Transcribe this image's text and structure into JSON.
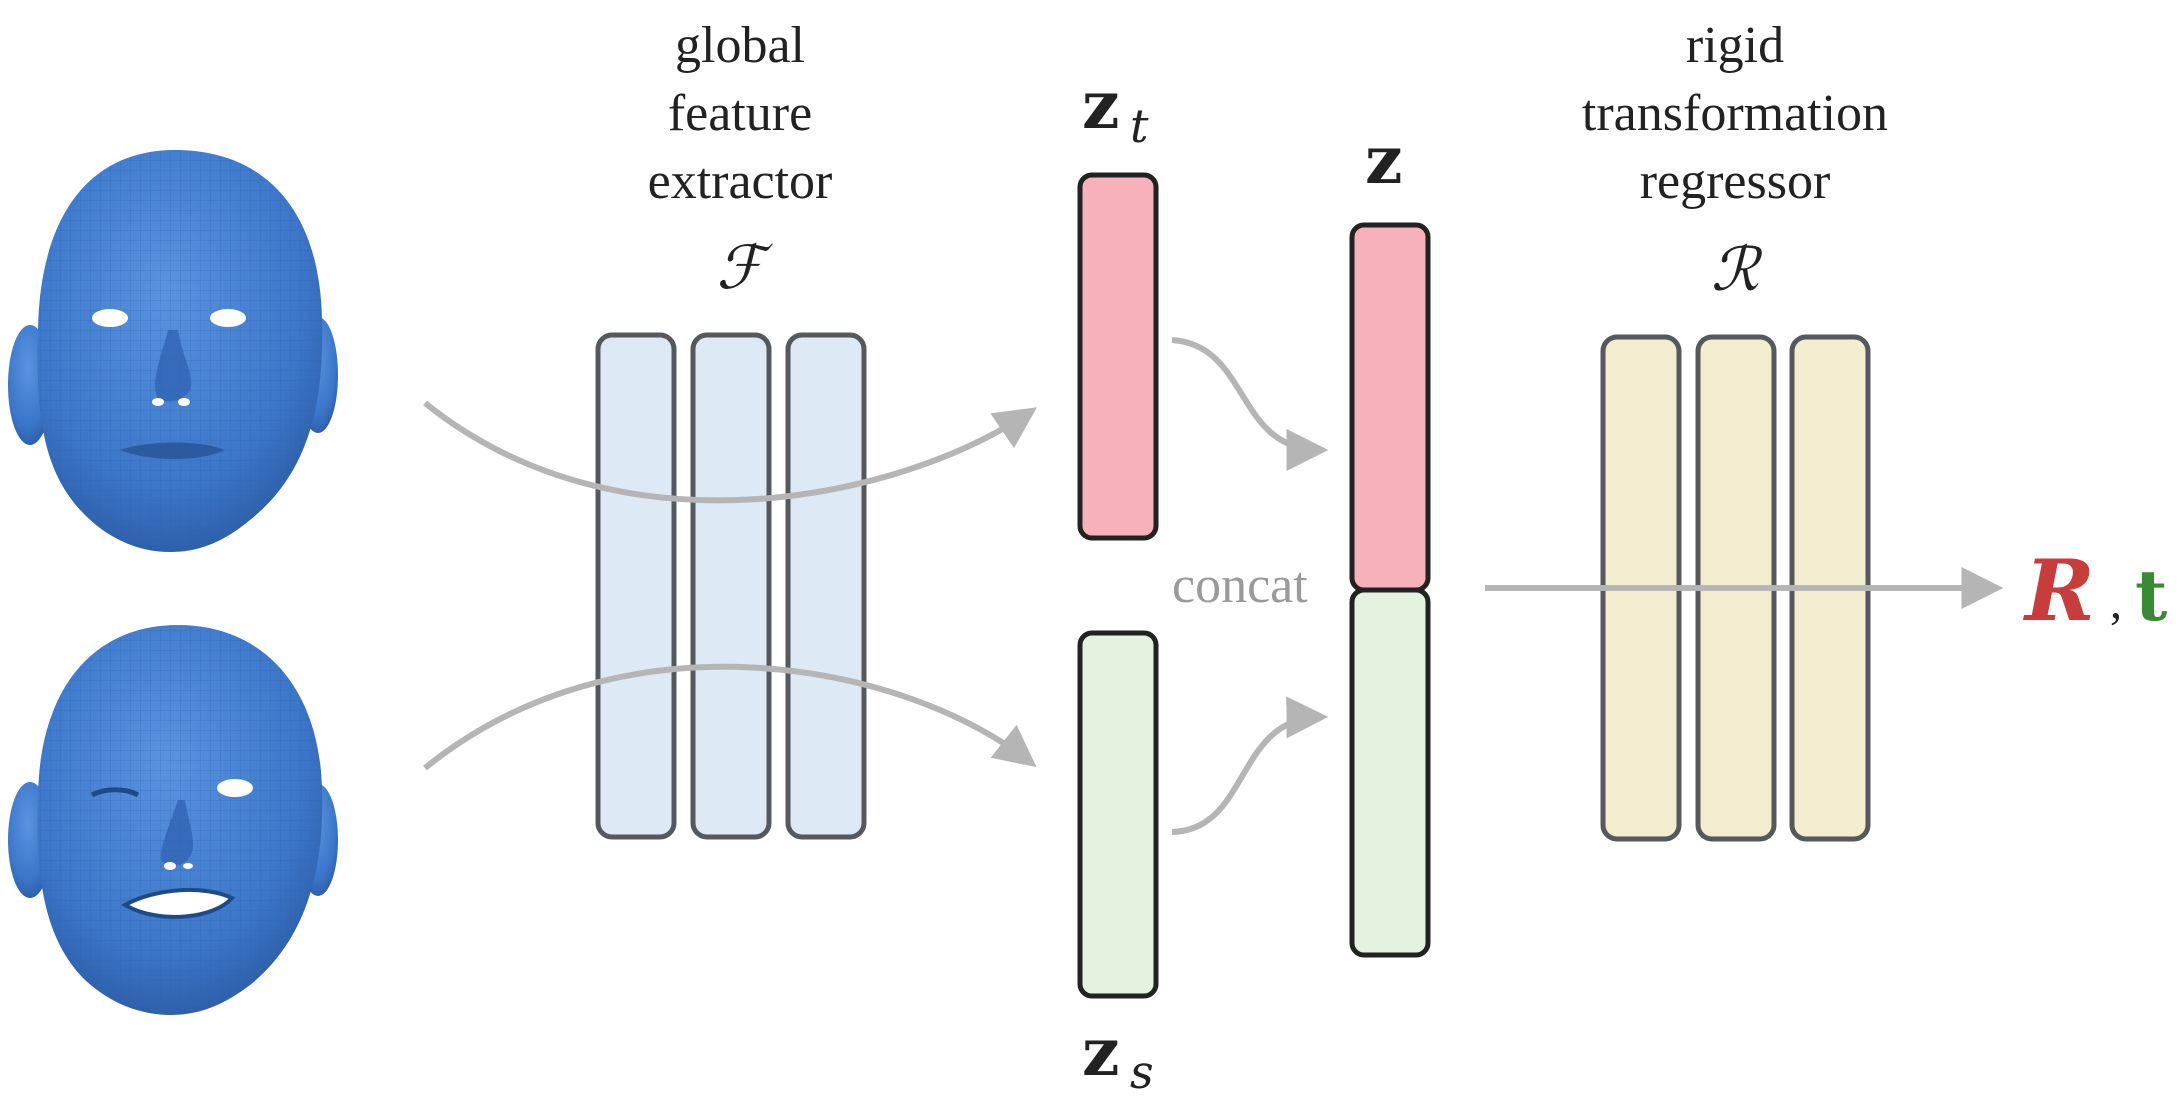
{
  "labels": {
    "feature_extractor": [
      "global",
      "feature",
      "extractor"
    ],
    "feature_symbol": "ℱ",
    "regressor": [
      "rigid",
      "transformation",
      "regressor"
    ],
    "regressor_symbol": "ℛ",
    "zt_base": "z",
    "zt_sub": "t",
    "z": "z",
    "zs_base": "z",
    "zs_sub": "s",
    "concat": "concat",
    "output_R": "R",
    "output_comma": ",",
    "output_t": "t"
  },
  "colors": {
    "face": "#3b76c9",
    "feature_block": "#dde9f4",
    "regressor_block": "#f3edcf",
    "zt_fill": "#f7b1bb",
    "zs_fill": "#e4f3df",
    "block_stroke": "#55585c",
    "arrow": "#b5b5b5",
    "output_R": "#c83c3c",
    "output_t": "#3a8a35"
  },
  "icons": {
    "top_face": "target-face-mesh-icon",
    "bottom_face": "source-face-mesh-icon"
  }
}
